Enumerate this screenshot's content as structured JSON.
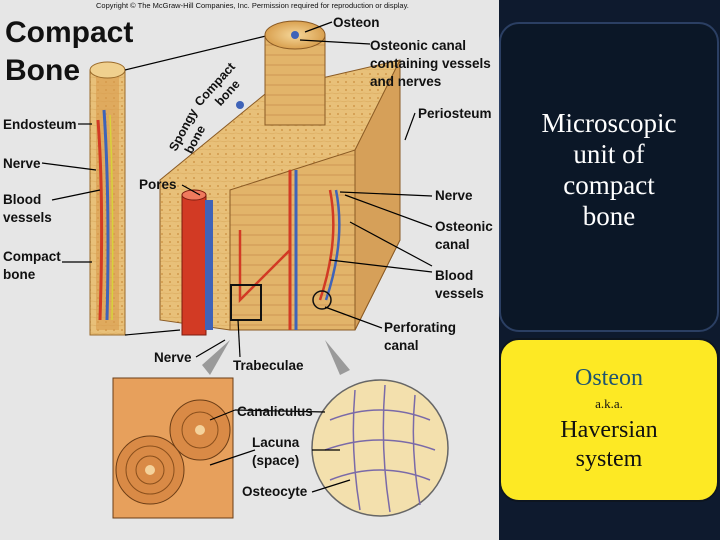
{
  "diagram": {
    "copyright": "Copyright © The McGraw-Hill Companies, Inc. Permission required for reproduction or display.",
    "title_line1": "Compact",
    "title_line2": "Bone",
    "labels": {
      "osteon": "Osteon",
      "osteonic_canal_1": "Osteonic canal",
      "osteonic_canal_2": "containing vessels",
      "osteonic_canal_3": "and nerves",
      "periosteum": "Periosteum",
      "spongy_bone_1": "Spongy",
      "spongy_bone_2": "bone",
      "compact_bone_rot_1": "Compact",
      "compact_bone_rot_2": "bone",
      "endosteum": "Endosteum",
      "nerve_left": "Nerve",
      "blood_vessels_left_1": "Blood",
      "blood_vessels_left_2": "vessels",
      "compact_bone_left_1": "Compact",
      "compact_bone_left_2": "bone",
      "pores": "Pores",
      "nerve_right": "Nerve",
      "osteonic_right_1": "Osteonic",
      "osteonic_right_2": "canal",
      "blood_vessels_right_1": "Blood",
      "blood_vessels_right_2": "vessels",
      "perforating_1": "Perforating",
      "perforating_2": "canal",
      "nerve_bottom": "Nerve",
      "trabeculae": "Trabeculae",
      "canaliculus": "Canaliculus",
      "lacuna_1": "Lacuna",
      "lacuna_2": "(space)",
      "osteocyte": "Osteocyte"
    }
  },
  "cards": {
    "definition_lines": [
      "Microscopic",
      "unit of",
      "compact",
      "bone"
    ],
    "term": "Osteon",
    "aka": "a.k.a.",
    "alt_lines": [
      "Haversian",
      "system"
    ]
  },
  "colors": {
    "bone": "#e8c079",
    "bone_dark": "#c98c3c",
    "artery": "#d23a24",
    "vein": "#3f63b8",
    "panel_bg": "#e6e6e6",
    "definition_card": "#0b1727",
    "term_card": "#fde924"
  }
}
